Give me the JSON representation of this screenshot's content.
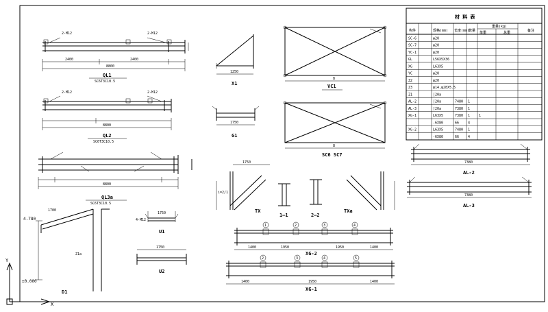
{
  "material_table": {
    "title": "材 料 表",
    "header": [
      "构件",
      "规格(mm)",
      "长度(mm)",
      "数量",
      "重量(kg)",
      "单重",
      "总重",
      "备注"
    ],
    "rows": [
      [
        "SC-6",
        "φ20",
        "",
        "",
        "",
        "",
        ""
      ],
      [
        "SC-7",
        "φ20",
        "",
        "",
        "",
        "",
        ""
      ],
      [
        "YC-1",
        "φ20",
        "",
        "",
        "",
        "",
        ""
      ],
      [
        "GL",
        "L56X5X36",
        "",
        "",
        "",
        "",
        ""
      ],
      [
        "XG",
        "L63X5",
        "",
        "",
        "",
        "",
        ""
      ],
      [
        "YC",
        "φ20",
        "",
        "",
        "",
        "",
        ""
      ],
      [
        "Z2",
        "φ20",
        "",
        "",
        "",
        "",
        ""
      ],
      [
        "Z3",
        "φ14,φ28X5.5",
        "",
        "",
        "",
        "",
        ""
      ],
      [
        "Z1",
        "[20a",
        "",
        "",
        "",
        "",
        ""
      ],
      [
        "AL-2",
        "[20a",
        "7480",
        "1",
        "",
        "",
        ""
      ],
      [
        "AL-3",
        "[20a",
        "7380",
        "1",
        "",
        "",
        ""
      ],
      [
        "XG-1",
        "L63X5",
        "7380",
        "1",
        "1",
        "",
        ""
      ],
      [
        "",
        "-6X80",
        "66",
        "4",
        "",
        "",
        ""
      ],
      [
        "XG-2",
        "L63X5",
        "7480",
        "1",
        "",
        "",
        ""
      ],
      [
        "",
        "-6X80",
        "66",
        "4",
        "",
        "",
        ""
      ]
    ]
  },
  "labels": {
    "ql1_title": "QL1",
    "ql1_sub": "SC6T3C10.5",
    "ql2_title": "QL2",
    "ql2_sub": "SC6T3C10.5",
    "ql3_title": "QL3a",
    "ql3_sub": "SC6T3C10.5",
    "x1": "X1",
    "g1": "G1",
    "vc1": "VC1",
    "vc2": "SC6 SC7",
    "tx": "TX",
    "s11": "1—1",
    "s22": "2—2",
    "txa": "TXa",
    "u1": "U1",
    "u2": "U2",
    "d1": "D1",
    "xg2": "XG-2",
    "xg1": "XG-1",
    "al2": "AL-2",
    "al3": "AL-3",
    "elev1": "4.780",
    "elev2": "±0.000",
    "dim_ql": "8800",
    "dim_ql_a": "2400",
    "dim_ql_b": "2400",
    "dim_x1": "1250",
    "dim_g1": "1750",
    "dim_vc": "8",
    "dim_al": "7380",
    "dim_al3": "7380",
    "dim_xg_left": "1400",
    "dim_xg_mid": "1950",
    "dim_xg_c": "1950",
    "dim_xg_right": "1400",
    "dim_u1": "1750",
    "dim_u2": "1750",
    "note_m1": "2-M12",
    "note_m2": "2-M12",
    "note_m3": "2-M12",
    "note_m4": "2-M12",
    "note_u": "4-M12",
    "note_col": "Z1a",
    "lbl_1700": "1700",
    "lbl_slope": "i=2/1",
    "axis_y": "Y",
    "axis_x": "X",
    "c1": "1",
    "c2": "2",
    "c3": "3",
    "c4": "4",
    "c5": "5"
  }
}
